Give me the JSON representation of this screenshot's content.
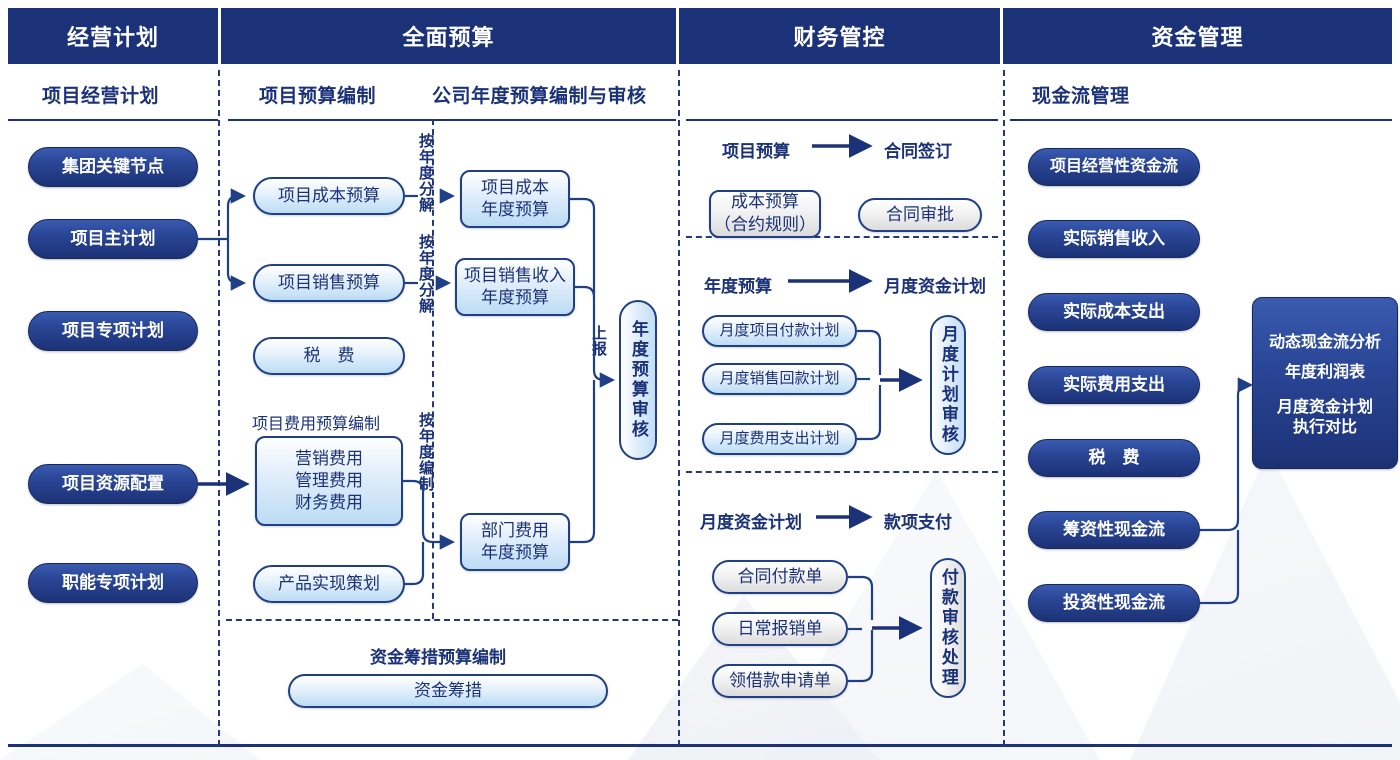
{
  "header": {
    "columns": [
      {
        "label": "经营计划",
        "sub": "项目经营计划"
      },
      {
        "label": "全面预算",
        "sub": "项目预算编制"
      },
      {
        "label": "财务管控",
        "sub": ""
      },
      {
        "label": "资金管理",
        "sub": "现金流管理"
      }
    ],
    "sub_extra": "公司年度预算编制与审核",
    "accent": "#1b3279"
  },
  "col1": {
    "title": "项目经营计划",
    "items": [
      {
        "label": "集团关键节点"
      },
      {
        "label": "项目主计划"
      },
      {
        "label": "项目专项计划"
      },
      {
        "label": "项目资源配置"
      },
      {
        "label": "职能专项计划"
      }
    ]
  },
  "col2": {
    "title": "项目预算编制",
    "items": [
      {
        "label": "项目成本预算"
      },
      {
        "label": "项目销售预算"
      },
      {
        "label": "税　费"
      },
      {
        "label": "产品实现策划"
      }
    ],
    "expense_group_title": "项目费用预算编制",
    "expense_lines": [
      "营销费用",
      "管理费用",
      "财务费用"
    ],
    "funding_group_title": "资金筹措预算编制",
    "funding_item": "资金筹措"
  },
  "col3": {
    "title": "公司年度预算编制与审核",
    "items": [
      {
        "label": "项目成本\n年度预算",
        "line1": "项目成本",
        "line2": "年度预算"
      },
      {
        "label": "项目销售收入\n年度预算",
        "line1": "项目销售收入",
        "line2": "年度预算"
      },
      {
        "label": "部门费用\n年度预算",
        "line1": "部门费用",
        "line2": "年度预算"
      }
    ],
    "review": "年度预算审核",
    "edge_labels": [
      "按年度分解",
      "按年度分解",
      "按年度编制",
      "上报"
    ]
  },
  "col4": {
    "title": "财务管控",
    "sections": [
      {
        "from": "项目预算",
        "to": "合同签订",
        "left_nodes": [
          "成本预算\n（合约规则）"
        ],
        "left_node_line1": "成本预算",
        "left_node_line2": "（合约规则）",
        "right_nodes": [
          "合同审批"
        ]
      },
      {
        "from": "年度预算",
        "to": "月度资金计划",
        "left_nodes": [
          "月度项目付款计划",
          "月度销售回款计划",
          "月度费用支出计划"
        ],
        "review": "月度计划审核"
      },
      {
        "from": "月度资金计划",
        "to": "款项支付",
        "left_nodes": [
          "合同付款单",
          "日常报销单",
          "领借款申请单"
        ],
        "review": "付款审核处理"
      }
    ]
  },
  "col5": {
    "title": "现金流管理",
    "items": [
      {
        "label": "项目经营性资金流"
      },
      {
        "label": "实际销售收入"
      },
      {
        "label": "实际成本支出"
      },
      {
        "label": "实际费用支出"
      },
      {
        "label": "税　费"
      },
      {
        "label": "筹资性现金流"
      },
      {
        "label": "投资性现金流"
      }
    ],
    "analysis": {
      "line1": "动态现金流分析",
      "line2": "年度利润表",
      "line3": "月度资金计划",
      "line4": "执行对比"
    }
  }
}
